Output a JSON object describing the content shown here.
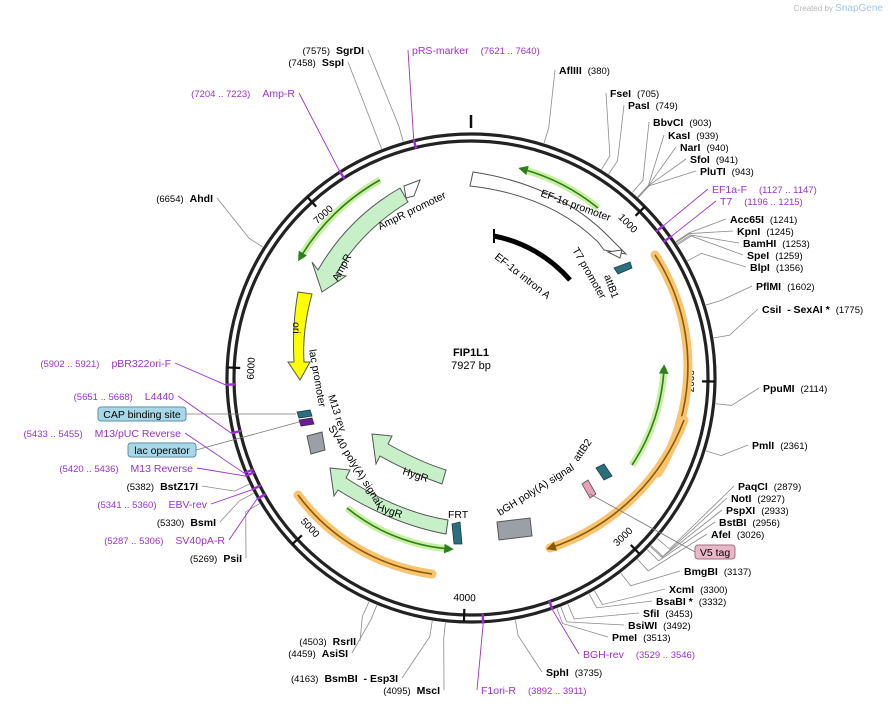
{
  "credit": {
    "prefix": "Created by",
    "brand": "SnapGene"
  },
  "plasmid": {
    "name": "FIP1L1",
    "size_label": "7927 bp",
    "total_bp": 7927
  },
  "ticks": [
    {
      "bp": 1000,
      "label": "1000"
    },
    {
      "bp": 2000,
      "label": "2000"
    },
    {
      "bp": 3000,
      "label": "3000"
    },
    {
      "bp": 4000,
      "label": "4000"
    },
    {
      "bp": 5000,
      "label": "5000"
    },
    {
      "bp": 6000,
      "label": "6000"
    },
    {
      "bp": 7000,
      "label": "7000"
    }
  ],
  "sites": [
    {
      "name": "AflIII",
      "pos": "(380)",
      "bp": 380
    },
    {
      "name": "FseI",
      "pos": "(705)",
      "bp": 705
    },
    {
      "name": "PasI",
      "pos": "(749)",
      "bp": 749
    },
    {
      "name": "BbvCI",
      "pos": "(903)",
      "bp": 903
    },
    {
      "name": "KasI",
      "pos": "(939)",
      "bp": 939
    },
    {
      "name": "NarI",
      "pos": "(940)",
      "bp": 940
    },
    {
      "name": "SfoI",
      "pos": "(941)",
      "bp": 941
    },
    {
      "name": "PluTI",
      "pos": "(943)",
      "bp": 943
    },
    {
      "name": "Acc65I",
      "pos": "(1241)",
      "bp": 1241
    },
    {
      "name": "KpnI",
      "pos": "(1245)",
      "bp": 1245
    },
    {
      "name": "BamHI",
      "pos": "(1253)",
      "bp": 1253
    },
    {
      "name": "SpeI",
      "pos": "(1259)",
      "bp": 1259
    },
    {
      "name": "BlpI",
      "pos": "(1356)",
      "bp": 1356
    },
    {
      "name": "PflMI",
      "pos": "(1602)",
      "bp": 1602
    },
    {
      "name": "CsiI  - SexAI *",
      "pos": "(1775)",
      "bp": 1775
    },
    {
      "name": "PpuMI",
      "pos": "(2114)",
      "bp": 2114
    },
    {
      "name": "PmlI",
      "pos": "(2361)",
      "bp": 2361
    },
    {
      "name": "PaqCI",
      "pos": "(2879)",
      "bp": 2879
    },
    {
      "name": "NotI",
      "pos": "(2927)",
      "bp": 2927
    },
    {
      "name": "PspXI",
      "pos": "(2933)",
      "bp": 2933
    },
    {
      "name": "BstBI",
      "pos": "(2956)",
      "bp": 2956
    },
    {
      "name": "AfeI",
      "pos": "(3026)",
      "bp": 3026
    },
    {
      "name": "BmgBI",
      "pos": "(3137)",
      "bp": 3137
    },
    {
      "name": "XcmI",
      "pos": "(3300)",
      "bp": 3300
    },
    {
      "name": "BsaBI *",
      "pos": "(3332)",
      "bp": 3332
    },
    {
      "name": "SfiI",
      "pos": "(3453)",
      "bp": 3453
    },
    {
      "name": "BsiWI",
      "pos": "(3492)",
      "bp": 3492
    },
    {
      "name": "PmeI",
      "pos": "(3513)",
      "bp": 3513
    },
    {
      "name": "SphI",
      "pos": "(3735)",
      "bp": 3735
    },
    {
      "name": "MscI",
      "pos": "(4095)",
      "bp": 4095
    },
    {
      "name": "BsmBI  - Esp3I",
      "pos": "(4163)",
      "bp": 4163
    },
    {
      "name": "AsiSI",
      "pos": "(4459)",
      "bp": 4459
    },
    {
      "name": "RsrII",
      "pos": "(4503)",
      "bp": 4503
    },
    {
      "name": "PsiI",
      "pos": "(5269)",
      "bp": 5269
    },
    {
      "name": "BsmI",
      "pos": "(5330)",
      "bp": 5330
    },
    {
      "name": "BstZ17I",
      "pos": "(5382)",
      "bp": 5382
    },
    {
      "name": "AhdI",
      "pos": "(6654)",
      "bp": 6654
    },
    {
      "name": "SspI",
      "pos": "(7458)",
      "bp": 7458
    },
    {
      "name": "SgrDI",
      "pos": "(7575)",
      "bp": 7575
    }
  ],
  "primers": [
    {
      "name": "pRS-marker",
      "pos": "(7621 .. 7640)",
      "bp": 7630
    },
    {
      "name": "Amp-R",
      "pos": "(7204 .. 7223)",
      "bp": 7213
    },
    {
      "name": "EF1a-F",
      "pos": "(1127 .. 1147)",
      "bp": 1137
    },
    {
      "name": "T7",
      "pos": "(1196 .. 1215)",
      "bp": 1205
    },
    {
      "name": "pBR322ori-F",
      "pos": "(5902 .. 5921)",
      "bp": 5911
    },
    {
      "name": "L4440",
      "pos": "(5651 .. 5668)",
      "bp": 5660
    },
    {
      "name": "M13/pUC Reverse",
      "pos": "(5433 .. 5455)",
      "bp": 5444
    },
    {
      "name": "M13 Reverse",
      "pos": "(5420 .. 5436)",
      "bp": 5428
    },
    {
      "name": "EBV-rev",
      "pos": "(5341 .. 5360)",
      "bp": 5350
    },
    {
      "name": "SV40pA-R",
      "pos": "(5287 .. 5306)",
      "bp": 5296
    },
    {
      "name": "BGH-rev",
      "pos": "(3529 .. 3546)",
      "bp": 3537
    },
    {
      "name": "F1ori-R",
      "pos": "(3892 .. 3911)",
      "bp": 3901
    }
  ],
  "boxed_labels": [
    {
      "name": "CAP binding site",
      "color": "#a8d8e8"
    },
    {
      "name": "lac operator",
      "color": "#a8d8e8"
    },
    {
      "name": "V5 tag",
      "color": "#e8b8c8"
    }
  ],
  "features": [
    {
      "name": "EF-1α promoter",
      "color": "#ffffff"
    },
    {
      "name": "EF-1α intron A",
      "color": "#000000"
    },
    {
      "name": "T7 promoter",
      "color": "#ffffff"
    },
    {
      "name": "attB1",
      "color": "#2c6e7e"
    },
    {
      "name": "AmpR promoter",
      "color": "#ffffff"
    },
    {
      "name": "AmpR",
      "color": "#c8f0c8"
    },
    {
      "name": "ori",
      "color": "#ffff00"
    },
    {
      "name": "lac promoter",
      "color": "#ffffff"
    },
    {
      "name": "M13 rev",
      "color": "#ffffff"
    },
    {
      "name": "SV40 poly(A) signal",
      "color": "#9aa0a6"
    },
    {
      "name": "HygR",
      "color": "#c8f0c8"
    },
    {
      "name": "HygR",
      "color": "#c8f0c8"
    },
    {
      "name": "FRT",
      "color": "#2c6e7e"
    },
    {
      "name": "bGH poly(A) signal",
      "color": "#9aa0a6"
    },
    {
      "name": "attB2",
      "color": "#2c6e7e"
    }
  ],
  "colors": {
    "orf_orange": "#f5b041",
    "green_arrow": "#2e7d1e",
    "primer": "#9b30d0",
    "backbone": "#222222"
  }
}
